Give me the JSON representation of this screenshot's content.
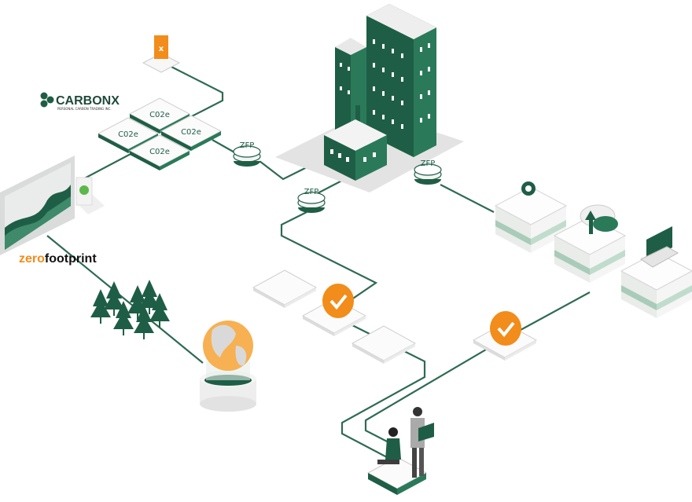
{
  "logos": {
    "carbonx": {
      "name": "CARBONX",
      "tagline": "PERSONAL CARBON TRADING INC."
    },
    "zerofootprint": {
      "part1": "zero",
      "part2": "footprint"
    }
  },
  "tokens": {
    "co2": [
      "C02e",
      "C02e",
      "C02e",
      "C02e"
    ],
    "zfp": [
      "ZFP",
      "ZFP",
      "ZFP"
    ]
  },
  "colors": {
    "brand_green": "#1f5e46",
    "line_green": "#2e6b53",
    "accent_orange": "#f28c1a",
    "tile_white": "#fbfbfb",
    "shadow_gray": "#e3e3e3"
  },
  "icons": [
    "x-card-icon",
    "leaf-card-icon",
    "check-circle-icon",
    "gear-icon",
    "cloud-upload-icon",
    "laptop-icon",
    "globe-icon",
    "tree-icon",
    "building-icon",
    "factory-icon",
    "person-icon"
  ]
}
